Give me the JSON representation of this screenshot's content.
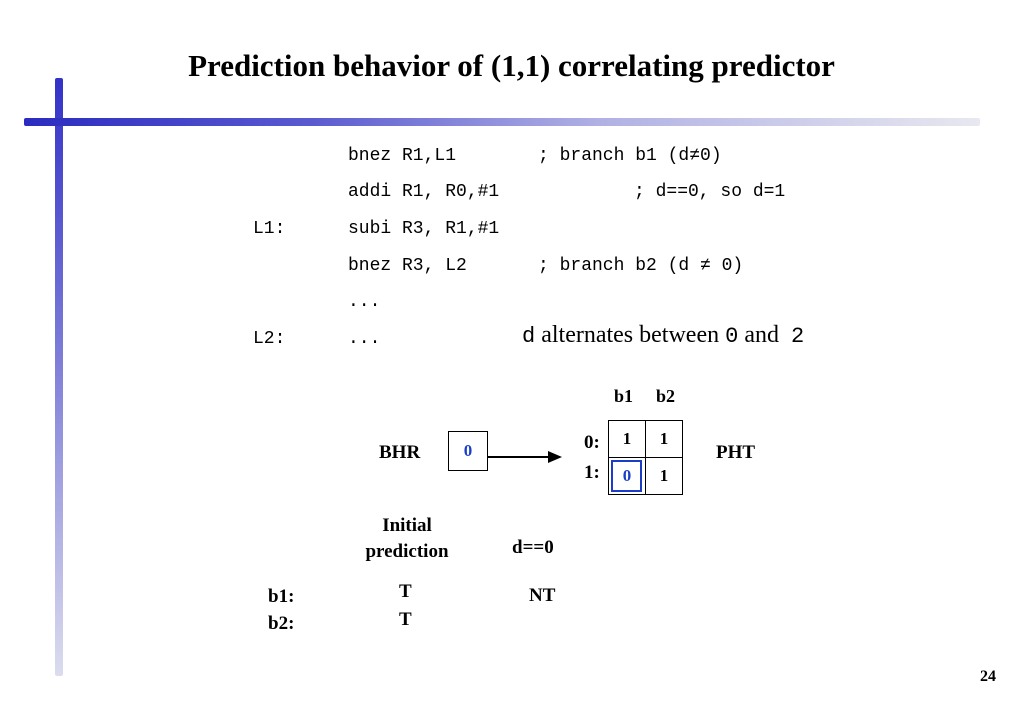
{
  "slide": {
    "title": "Prediction behavior of (1,1) correlating predictor",
    "page_number": "24"
  },
  "code": {
    "labels": [
      "L1:",
      "L2:"
    ],
    "lines": [
      {
        "instr": "bnez R1,L1",
        "comment": "; branch b1 (d≠0)"
      },
      {
        "instr": "addi R1, R0,#1",
        "comment": "; d==0, so d=1"
      },
      {
        "instr": "subi R3, R1,#1",
        "comment": ""
      },
      {
        "instr": "bnez R3, L2",
        "comment": "; branch b2 (d ≠ 0)"
      },
      {
        "instr": "...",
        "comment": ""
      },
      {
        "instr": "...",
        "comment": ""
      }
    ]
  },
  "note": {
    "var": "d",
    "text1": " alternates between ",
    "val1": "0",
    "text2": " and  ",
    "val2": "2"
  },
  "diagram": {
    "bhr_label": "BHR",
    "bhr_value": "0",
    "pht_label": "PHT",
    "col_headers": [
      "b1",
      "b2"
    ],
    "row_labels": [
      "0:",
      "1:"
    ],
    "pht_rows": [
      [
        "1",
        "1"
      ],
      [
        "0",
        "1"
      ]
    ]
  },
  "table": {
    "header_initial": "Initial\nprediction",
    "header_d0": "d==0",
    "rows": [
      {
        "label": "b1:",
        "initial": "T",
        "d0": "NT"
      },
      {
        "label": "b2:",
        "initial": "T",
        "d0": ""
      }
    ]
  },
  "colors": {
    "accent": "#1a3ec8",
    "bar": "#3232c8"
  }
}
